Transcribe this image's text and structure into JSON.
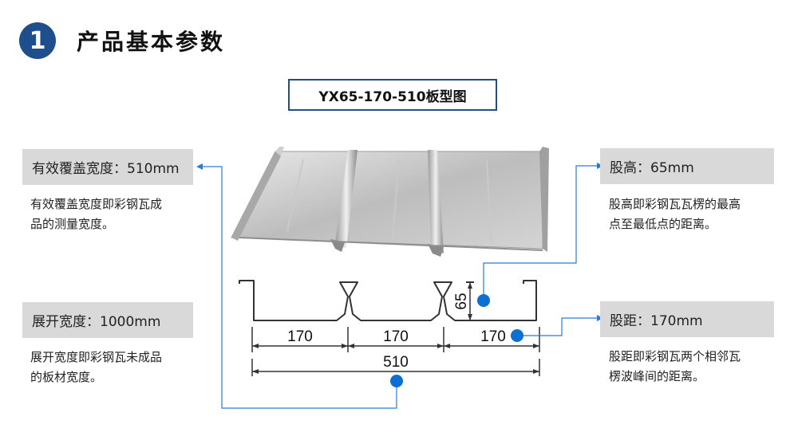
{
  "header": {
    "number": "1",
    "title": "产品基本参数"
  },
  "diagram": {
    "title": "YX65-170-510板型图",
    "dim_labels": {
      "span1": "170",
      "span2": "170",
      "span3": "170",
      "total": "510",
      "height": "65"
    }
  },
  "params": {
    "coverage": {
      "label": "有效覆盖宽度：510mm",
      "desc_line1": "有效覆盖宽度即彩钢瓦成",
      "desc_line2": "品的测量宽度。"
    },
    "unfold": {
      "label": "展开宽度：1000mm",
      "desc_line1": "展开宽度即彩钢瓦未成品",
      "desc_line2": "的板材宽度。"
    },
    "height": {
      "label": "股高：65mm",
      "desc_line1": "股高即彩钢瓦瓦楞的最高",
      "desc_line2": "点至最低点的距离。"
    },
    "pitch": {
      "label": "股距：170mm",
      "desc_line1": "股距即彩钢瓦两个相邻瓦",
      "desc_line2": "楞波峰间的距离。"
    }
  },
  "colors": {
    "accent": "#1f4e8c",
    "connector": "#2b7bd6",
    "marker": "#0d6fd1",
    "label_bg": "#d9d9d9"
  }
}
